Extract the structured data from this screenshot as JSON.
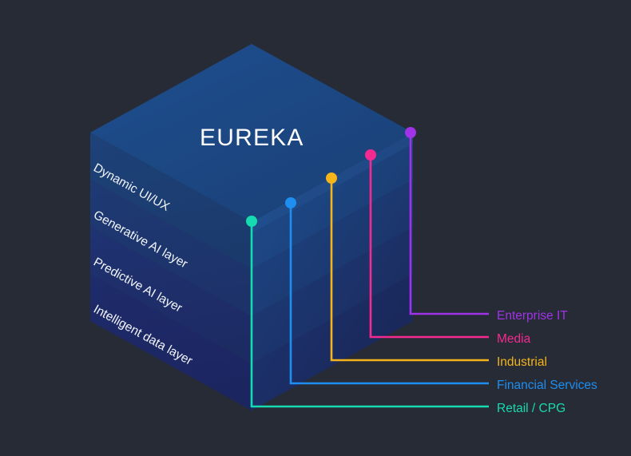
{
  "background_color": "#262b35",
  "cube": {
    "title": "EUREKA",
    "top_face_color": "#1d4a86",
    "layers": [
      {
        "name": "Dynamic UI/UX",
        "label": "Dynamic UI/UX"
      },
      {
        "name": "Generative AI layer",
        "label": "Generative AI layer"
      },
      {
        "name": "Predictive AI layer",
        "label": "Predictive AI layer"
      },
      {
        "name": "Intelligent data layer",
        "label": "Intelligent data layer"
      }
    ]
  },
  "connectors": [
    {
      "name": "Retail / CPG",
      "label": "Retail / CPG",
      "color": "#17dbb0",
      "dot_color": "#17dbb0"
    },
    {
      "name": "Financial Services",
      "label": "Financial Services",
      "color": "#1e8ef0",
      "dot_color": "#1e8ef0"
    },
    {
      "name": "Industrial",
      "label": "Industrial",
      "color": "#f5b41a",
      "dot_color": "#f5b41a"
    },
    {
      "name": "Media",
      "label": "Media",
      "color": "#f42a91",
      "dot_color": "#f42a91"
    },
    {
      "name": "Enterprise IT",
      "label": "Enterprise IT",
      "color": "#a033e8",
      "dot_color": "#a033e8"
    }
  ],
  "legend": {
    "items": [
      {
        "label": "Enterprise IT",
        "color": "#a033e8"
      },
      {
        "label": "Media",
        "color": "#f42a91"
      },
      {
        "label": "Industrial",
        "color": "#f5b41a"
      },
      {
        "label": "Financial Services",
        "color": "#1e8ef0"
      },
      {
        "label": "Retail / CPG",
        "color": "#17dbb0"
      }
    ]
  }
}
